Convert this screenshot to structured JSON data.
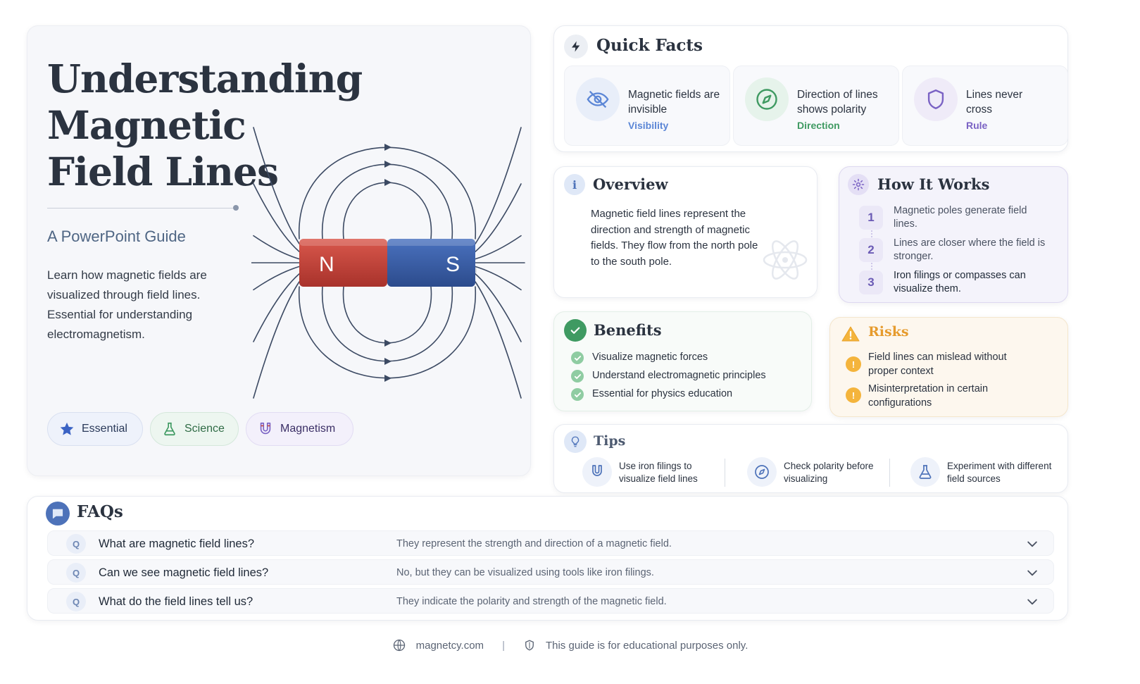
{
  "hero": {
    "title": "Understanding Magnetic Field Lines",
    "subtitle": "A PowerPoint Guide",
    "description": "Learn how magnetic fields are visualized through field lines. Essential for understanding electromagnetism.",
    "magnet": {
      "north_label": "N",
      "south_label": "S",
      "north_color": "#c8443a",
      "south_color": "#3a5fa8"
    },
    "tags": [
      {
        "label": "Essential",
        "icon": "star-icon"
      },
      {
        "label": "Science",
        "icon": "flask-icon"
      },
      {
        "label": "Magnetism",
        "icon": "magnet-icon"
      }
    ]
  },
  "quick_facts": {
    "title": "Quick Facts",
    "icon": "lightning-icon",
    "items": [
      {
        "text": "Magnetic fields are invisible",
        "tag": "Visibility",
        "icon": "eye-off-icon",
        "color": "#5b86d6"
      },
      {
        "text": "Direction of lines shows polarity",
        "tag": "Direction",
        "icon": "compass-icon",
        "color": "#3f9a62"
      },
      {
        "text": "Lines never cross",
        "tag": "Rule",
        "icon": "shield-icon",
        "color": "#7a62c4"
      }
    ]
  },
  "overview": {
    "title": "Overview",
    "icon": "info-icon",
    "text": "Magnetic field lines represent the direction and strength of magnetic fields. They flow from the north pole to the south pole."
  },
  "how_it_works": {
    "title": "How It Works",
    "icon": "gear-icon",
    "steps": [
      {
        "num": "1",
        "text": "Magnetic poles generate field lines."
      },
      {
        "num": "2",
        "text": "Lines are closer where the field is stronger."
      },
      {
        "num": "3",
        "text": "Iron filings or compasses can visualize them."
      }
    ]
  },
  "benefits": {
    "title": "Benefits",
    "icon": "check-circle-icon",
    "items": [
      "Visualize magnetic forces",
      "Understand electromagnetic principles",
      "Essential for physics education"
    ]
  },
  "risks": {
    "title": "Risks",
    "icon": "warning-icon",
    "items": [
      "Field lines can mislead without proper context",
      "Misinterpretation in certain configurations"
    ]
  },
  "tips": {
    "title": "Tips",
    "icon": "lightbulb-icon",
    "items": [
      {
        "text": "Use iron filings to visualize field lines",
        "icon": "magnet-icon"
      },
      {
        "text": "Check polarity before visualizing",
        "icon": "compass-icon"
      },
      {
        "text": "Experiment with different field sources",
        "icon": "flask-icon"
      }
    ]
  },
  "faqs": {
    "title": "FAQs",
    "icon": "chat-icon",
    "badge": "Q",
    "items": [
      {
        "q": "What are magnetic field lines?",
        "a": "They represent the strength and direction of a magnetic field."
      },
      {
        "q": "Can we see magnetic field lines?",
        "a": "No, but they can be visualized using tools like iron filings."
      },
      {
        "q": "What do the field lines tell us?",
        "a": "They indicate the polarity and strength of the magnetic field."
      }
    ]
  },
  "footer": {
    "website": "magnetcy.com",
    "separator": "|",
    "disclaimer": "This guide is for educational purposes only."
  }
}
